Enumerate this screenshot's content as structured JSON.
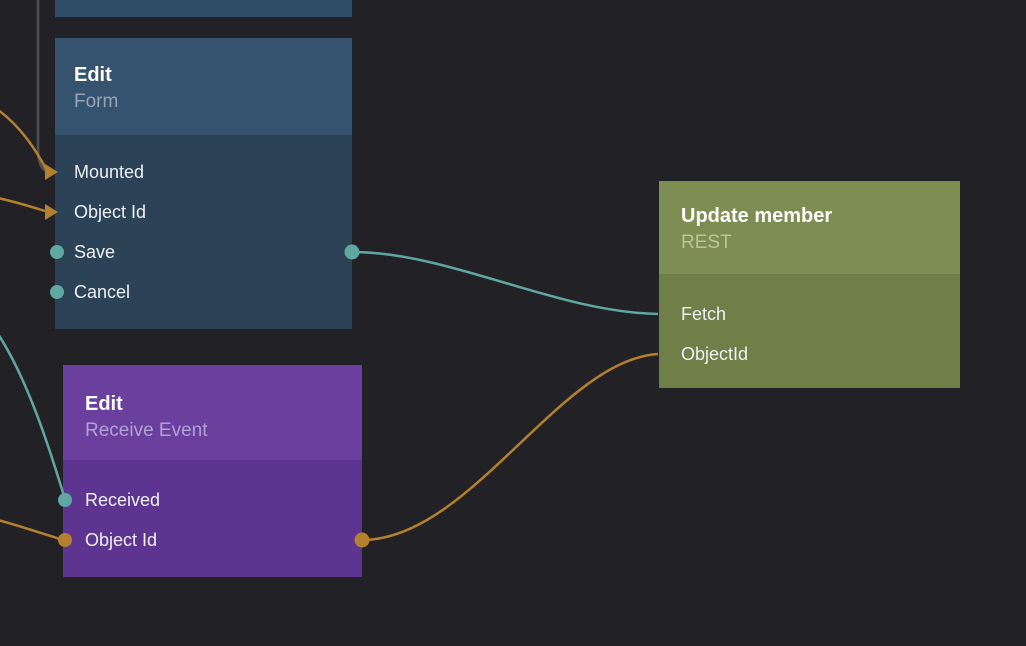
{
  "app": "visual node editor canvas",
  "colors": {
    "background": "#222226",
    "wire_teal": "#5fa8a1",
    "wire_orange": "#b3812e",
    "wire_gray": "#4e4f55",
    "form_header": "#35536e",
    "form_body": "#2b4257",
    "event_header": "#6b3f9e",
    "event_body": "#5d3590",
    "rest_header": "#7e8d52",
    "rest_body": "#707e48"
  },
  "nodes": {
    "editForm": {
      "title": "Edit",
      "subtitle": "Form",
      "ports": [
        {
          "label": "Mounted"
        },
        {
          "label": "Object Id"
        },
        {
          "label": "Save"
        },
        {
          "label": "Cancel"
        }
      ]
    },
    "editReceiveEvent": {
      "title": "Edit",
      "subtitle": "Receive Event",
      "ports": [
        {
          "label": "Received"
        },
        {
          "label": "Object Id"
        }
      ]
    },
    "updateMember": {
      "title": "Update member",
      "subtitle": "REST",
      "ports": [
        {
          "label": "Fetch"
        },
        {
          "label": "ObjectId"
        }
      ]
    }
  },
  "connections": [
    {
      "from": "off-screen-top",
      "to": "editForm.Mounted",
      "color": "#4e4f55"
    },
    {
      "from": "off-screen-left",
      "to": "editForm.Mounted",
      "color": "#b3812e"
    },
    {
      "from": "off-screen-left",
      "to": "editForm.Object Id",
      "color": "#b3812e"
    },
    {
      "from": "off-screen-left",
      "to": "editReceiveEvent.Received",
      "color": "#5fa8a1"
    },
    {
      "from": "off-screen-left",
      "to": "editReceiveEvent.Object Id",
      "color": "#b3812e"
    },
    {
      "from": "editForm.Save",
      "to": "updateMember.Fetch",
      "color": "#5fa8a1"
    },
    {
      "from": "editReceiveEvent.Object Id",
      "to": "updateMember.ObjectId",
      "color": "#b3812e"
    }
  ]
}
